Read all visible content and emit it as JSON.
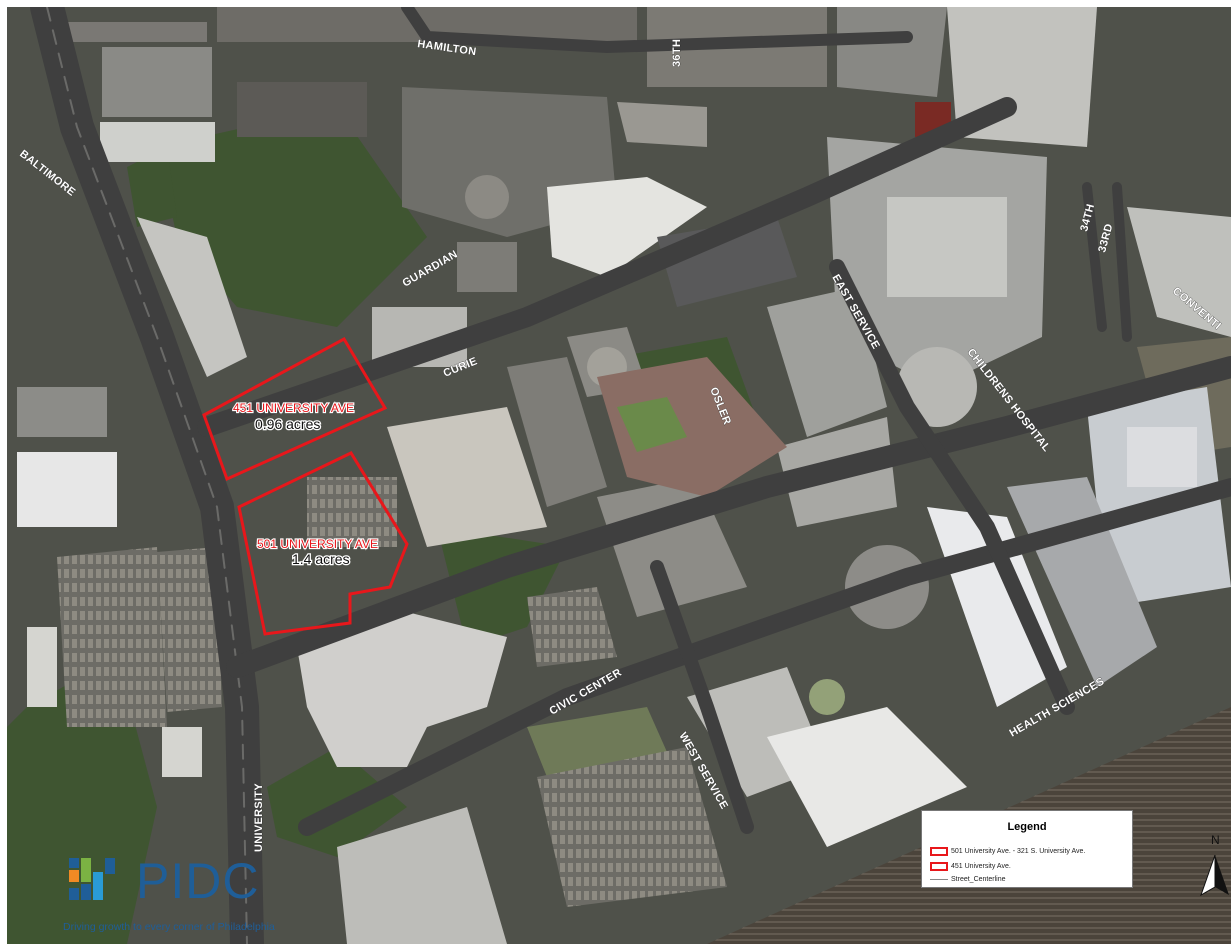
{
  "map": {
    "streets": {
      "hamilton": "HAMILTON",
      "s36th": "36TH",
      "baltimore": "BALTIMORE",
      "guardian": "GUARDIAN",
      "curie": "CURIE",
      "osler": "OSLER",
      "east_service": "EAST SERVICE",
      "childrens_hospital": "CHILDRENS HOSPITAL",
      "s34th": "34TH",
      "s33rd": "33RD",
      "convention": "CONVENTI",
      "civic_center": "CIVIC CENTER",
      "west_service": "WEST SERVICE",
      "health_sciences": "HEALTH SCIENCES",
      "university": "UNIVERSITY"
    },
    "parcels": [
      {
        "name": "451 UNIVERSITY AVE",
        "acres": "0.96 acres"
      },
      {
        "name": "501 UNIVERSITY AVE",
        "acres": "1.4 acres"
      }
    ],
    "parcel_color": "#e8171b"
  },
  "legend": {
    "title": "Legend",
    "items": [
      "501 University Ave. - 321 S. University Ave.",
      "451 University Ave.",
      "Street_Centerline"
    ]
  },
  "north_arrow": {
    "label": "N"
  },
  "logo": {
    "wordmark": "PIDC",
    "tagline": "Driving growth to every corner of Philadelphia",
    "brand_color": "#1f5e98"
  }
}
